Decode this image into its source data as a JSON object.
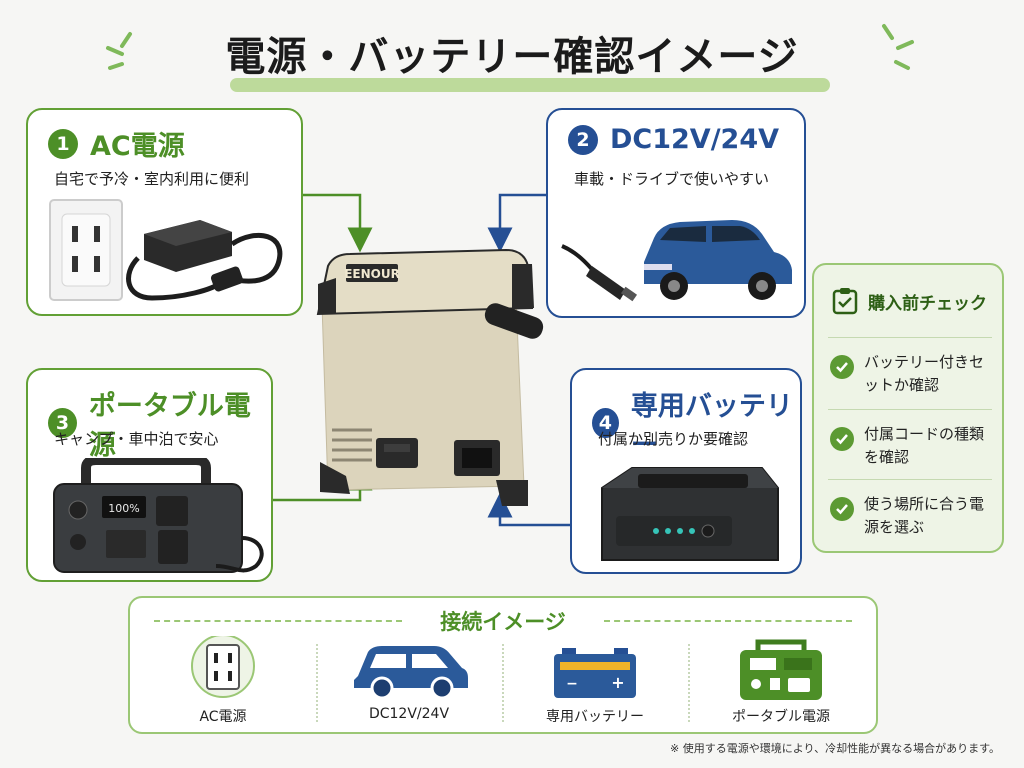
{
  "title": "電源・バッテリー確認イメージ",
  "panels": {
    "ac": {
      "num": "1",
      "title": "AC電源",
      "sub": "自宅で予冷・室内利用に便利"
    },
    "dc": {
      "num": "2",
      "title": "DC12V/24V",
      "sub": "車載・ドライブで使いやすい"
    },
    "portable": {
      "num": "3",
      "title": "ポータブル電源",
      "sub": "キャンプ・車中泊で安心"
    },
    "battery": {
      "num": "4",
      "title": "専用バッテリー",
      "sub": "付属か別売りか要確認"
    }
  },
  "fridge": {
    "brand": "EENOUR"
  },
  "power_station_display": "100%",
  "checklist": {
    "title": "購入前チェック",
    "items": [
      "バッテリー付きセットか確認",
      "付属コードの種類を確認",
      "使う場所に合う電源を選ぶ"
    ]
  },
  "connection": {
    "title": "接続イメージ",
    "items": [
      {
        "label": "AC電源",
        "icon": "outlet-icon"
      },
      {
        "label": "DC12V/24V",
        "icon": "car-icon"
      },
      {
        "label": "専用バッテリー",
        "icon": "battery-icon"
      },
      {
        "label": "ポータブル電源",
        "icon": "power-station-icon"
      }
    ]
  },
  "footnote": "※ 使用する電源や環境により、冷却性能が異なる場合があります。",
  "colors": {
    "green": "#4d8f27",
    "blue": "#254f94",
    "light_green": "#9bc775",
    "fridge_body": "#dcd4bc",
    "fridge_trim": "#2a2a2a"
  }
}
